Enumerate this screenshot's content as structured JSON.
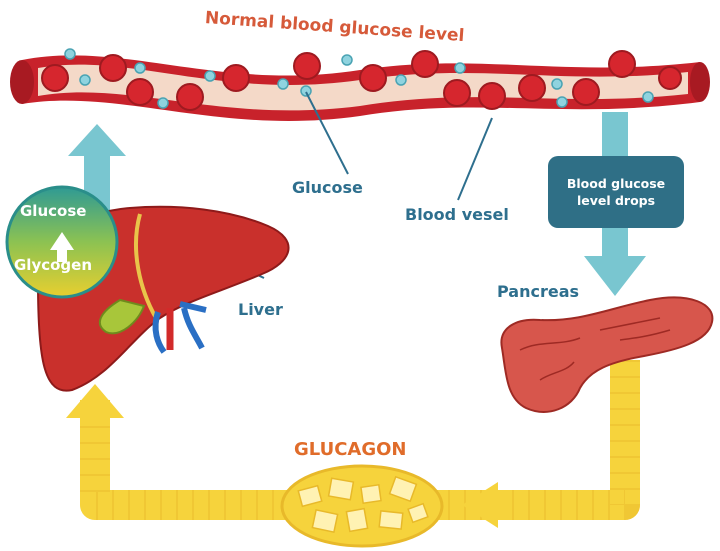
{
  "title": "Normal blood glucose level",
  "labels": {
    "glucose": "Glucose",
    "blood_vessel": "Blood vesel",
    "liver": "Liver",
    "pancreas": "Pancreas",
    "glucagon": "GLUCAGON"
  },
  "drops_box": "Blood glucose level drops",
  "conversion_circle": {
    "top": "Glucose",
    "bottom": "Glycogen"
  },
  "colors": {
    "vessel": "#c8222b",
    "red_cell": "#d6262e",
    "glucose_dot": "#8fd3df",
    "arrow_blue": "#79c6d0",
    "label_blue": "#2e6f8e",
    "box_teal": "#2f6f86",
    "glucagon_yellow": "#f6d33c",
    "title_orange": "#d65a3a",
    "liver": "#c9302c",
    "pancreas": "#d7564c"
  }
}
